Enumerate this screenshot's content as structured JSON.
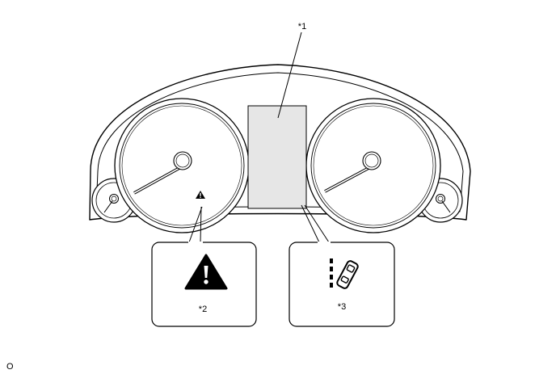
{
  "callouts": {
    "display": {
      "label": "*1"
    },
    "warning": {
      "label": "*2",
      "icon": "warning-triangle-icon"
    },
    "lane": {
      "label": "*3",
      "icon": "lane-departure-icon"
    }
  },
  "corner_mark": "O",
  "colors": {
    "line": "#000000",
    "display_fill": "#e6e6e6",
    "background": "#ffffff"
  }
}
